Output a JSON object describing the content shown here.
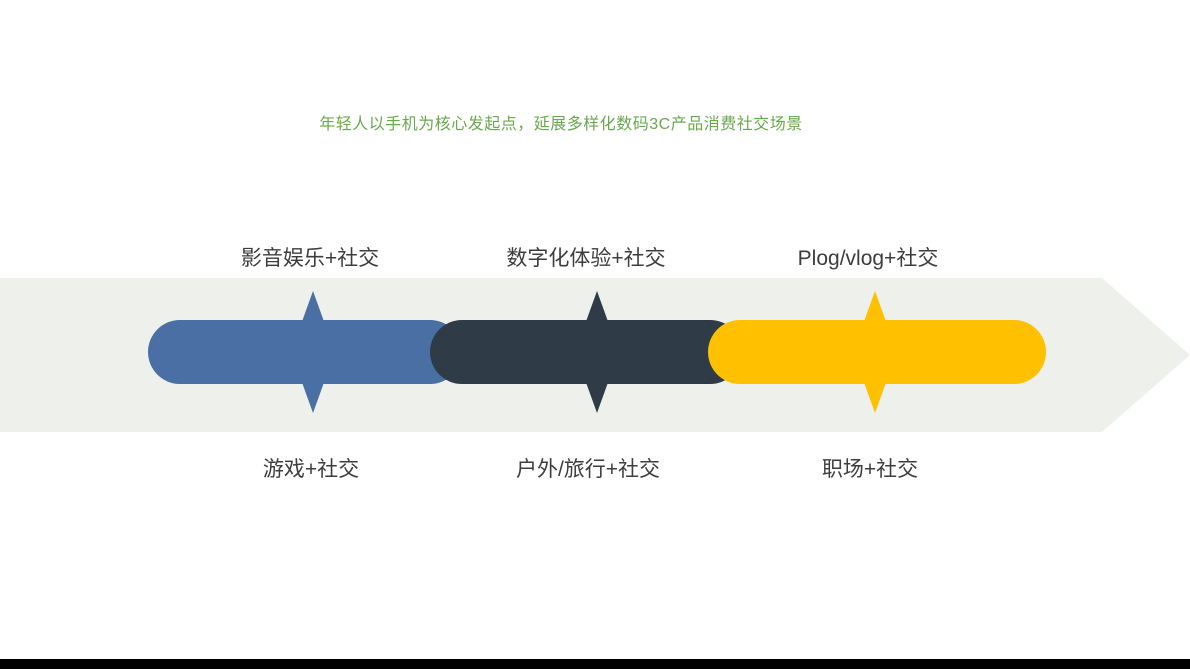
{
  "slide": {
    "title": "年轻人以手机为核心发起点，延展多样化数码3C产品消费社交场景"
  },
  "colors": {
    "title_green": "#6aa84f",
    "band_gray": "#eef0eb",
    "segment_blue": "#4a6fa5",
    "segment_dark": "#2f3b46",
    "segment_yellow": "#ffc000",
    "label_text": "#3d3d3d",
    "footer_bar": "#000000"
  },
  "segments": [
    {
      "name": "blue",
      "color": "#4a6fa5",
      "top_label": "影音娱乐+社交",
      "bottom_label": "游戏+社交"
    },
    {
      "name": "dark",
      "color": "#2f3b46",
      "top_label": "数字化体验+社交",
      "bottom_label": "户外/旅行+社交"
    },
    {
      "name": "yellow",
      "color": "#ffc000",
      "top_label": "Plog/vlog+社交",
      "bottom_label": "职场+社交"
    }
  ]
}
